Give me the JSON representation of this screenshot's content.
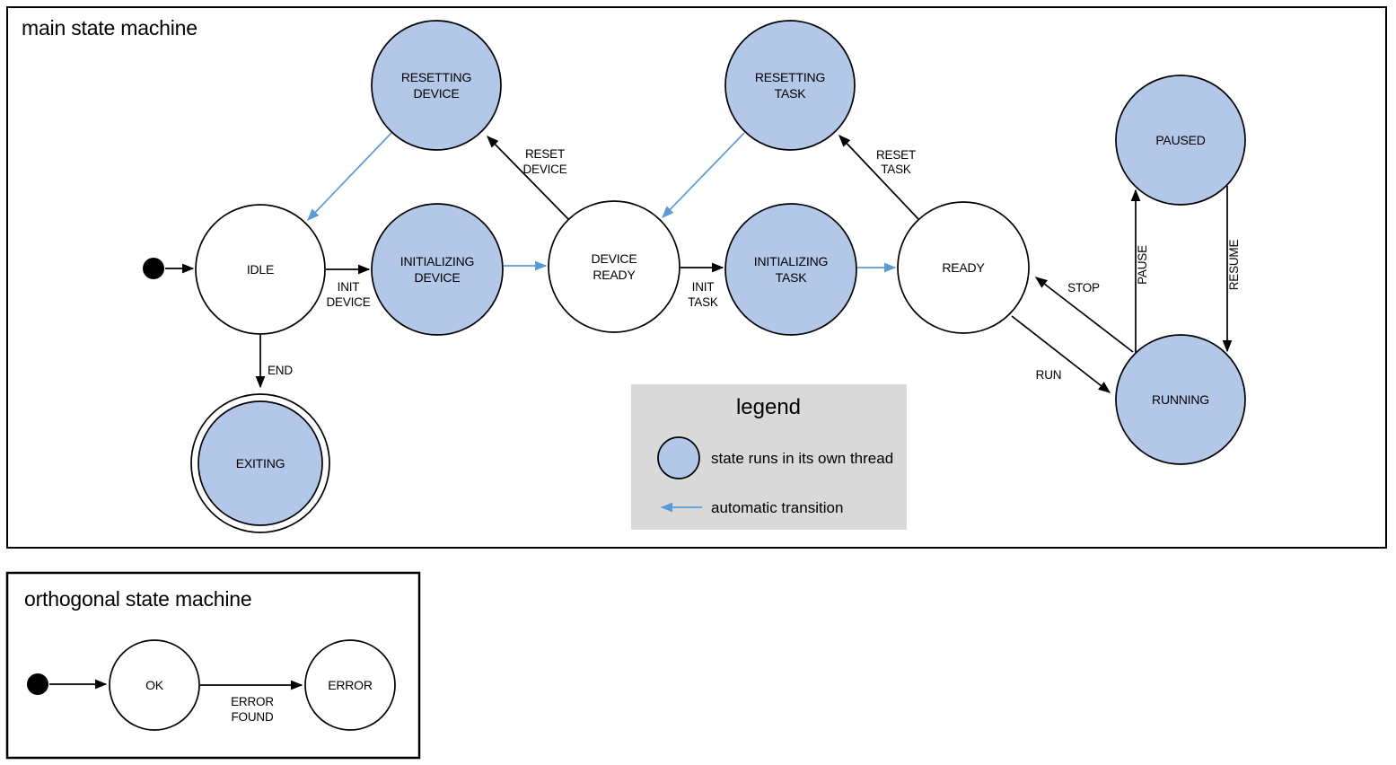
{
  "colors": {
    "threaded_state_fill": "#b3c7e8",
    "automatic_transition": "#5b9bd5",
    "legend_background": "#d9d9d9",
    "stroke": "#000000"
  },
  "main_machine": {
    "title": "main state machine",
    "states": {
      "resetting_device": {
        "lines": [
          "RESETTING",
          "DEVICE"
        ],
        "runs_in_own_thread": true
      },
      "resetting_task": {
        "lines": [
          "RESETTING",
          "TASK"
        ],
        "runs_in_own_thread": true
      },
      "paused": {
        "lines": [
          "PAUSED"
        ],
        "runs_in_own_thread": true
      },
      "idle": {
        "lines": [
          "IDLE"
        ],
        "runs_in_own_thread": false
      },
      "initializing_device": {
        "lines": [
          "INITIALIZING",
          "DEVICE"
        ],
        "runs_in_own_thread": true
      },
      "device_ready": {
        "lines": [
          "DEVICE",
          "READY"
        ],
        "runs_in_own_thread": false
      },
      "initializing_task": {
        "lines": [
          "INITIALIZING",
          "TASK"
        ],
        "runs_in_own_thread": true
      },
      "ready": {
        "lines": [
          "READY"
        ],
        "runs_in_own_thread": false
      },
      "running": {
        "lines": [
          "RUNNING"
        ],
        "runs_in_own_thread": true
      },
      "exiting": {
        "lines": [
          "EXITING"
        ],
        "runs_in_own_thread": true,
        "final_state": true
      }
    },
    "transitions": {
      "start_to_idle": {
        "from": "initial",
        "to": "IDLE",
        "lines": [],
        "automatic": false
      },
      "init_device": {
        "from": "IDLE",
        "to": "INITIALIZING DEVICE",
        "lines": [
          "INIT",
          "DEVICE"
        ],
        "automatic": false
      },
      "initializing_device_done": {
        "from": "INITIALIZING DEVICE",
        "to": "DEVICE READY",
        "lines": [],
        "automatic": true
      },
      "reset_device": {
        "from": "DEVICE READY",
        "to": "RESETTING DEVICE",
        "lines": [
          "RESET",
          "DEVICE"
        ],
        "automatic": false
      },
      "resetting_device_done": {
        "from": "RESETTING DEVICE",
        "to": "IDLE",
        "lines": [],
        "automatic": true
      },
      "init_task": {
        "from": "DEVICE READY",
        "to": "INITIALIZING TASK",
        "lines": [
          "INIT",
          "TASK"
        ],
        "automatic": false
      },
      "initializing_task_done": {
        "from": "INITIALIZING TASK",
        "to": "READY",
        "lines": [],
        "automatic": true
      },
      "reset_task": {
        "from": "READY",
        "to": "RESETTING TASK",
        "lines": [
          "RESET",
          "TASK"
        ],
        "automatic": false
      },
      "resetting_task_done": {
        "from": "RESETTING TASK",
        "to": "DEVICE READY",
        "lines": [],
        "automatic": true
      },
      "run": {
        "from": "READY",
        "to": "RUNNING",
        "lines": [
          "RUN"
        ],
        "automatic": false
      },
      "stop": {
        "from": "RUNNING",
        "to": "READY",
        "lines": [
          "STOP"
        ],
        "automatic": false
      },
      "pause": {
        "from": "RUNNING",
        "to": "PAUSED",
        "lines": [
          "PAUSE"
        ],
        "automatic": false
      },
      "resume": {
        "from": "PAUSED",
        "to": "RUNNING",
        "lines": [
          "RESUME"
        ],
        "automatic": false
      },
      "end": {
        "from": "IDLE",
        "to": "EXITING",
        "lines": [
          "END"
        ],
        "automatic": false
      }
    }
  },
  "legend": {
    "title": "legend",
    "threaded_state_label": "state runs in its own thread",
    "automatic_transition_label": "automatic transition"
  },
  "orthogonal_machine": {
    "title": "orthogonal state machine",
    "states": {
      "ok": {
        "lines": [
          "OK"
        ]
      },
      "error": {
        "lines": [
          "ERROR"
        ]
      }
    },
    "transitions": {
      "start_to_ok": {
        "from": "initial",
        "to": "OK",
        "lines": [],
        "automatic": false
      },
      "error_found": {
        "from": "OK",
        "to": "ERROR",
        "lines": [
          "ERROR",
          "FOUND"
        ],
        "automatic": false
      }
    }
  }
}
